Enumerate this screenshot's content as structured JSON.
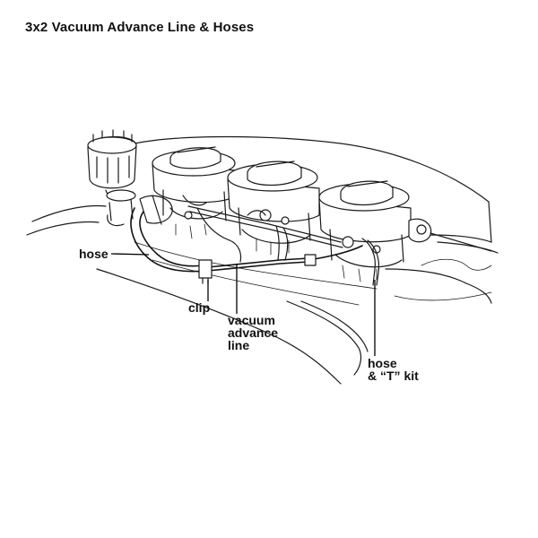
{
  "title": "3x2 Vacuum Advance Line & Hoses",
  "callouts": {
    "hose": "hose",
    "clip": "clip",
    "vacuum_advance_line": [
      "vacuum",
      "advance",
      "line"
    ],
    "hose_t_kit": [
      "hose",
      "& “T” kit"
    ]
  }
}
